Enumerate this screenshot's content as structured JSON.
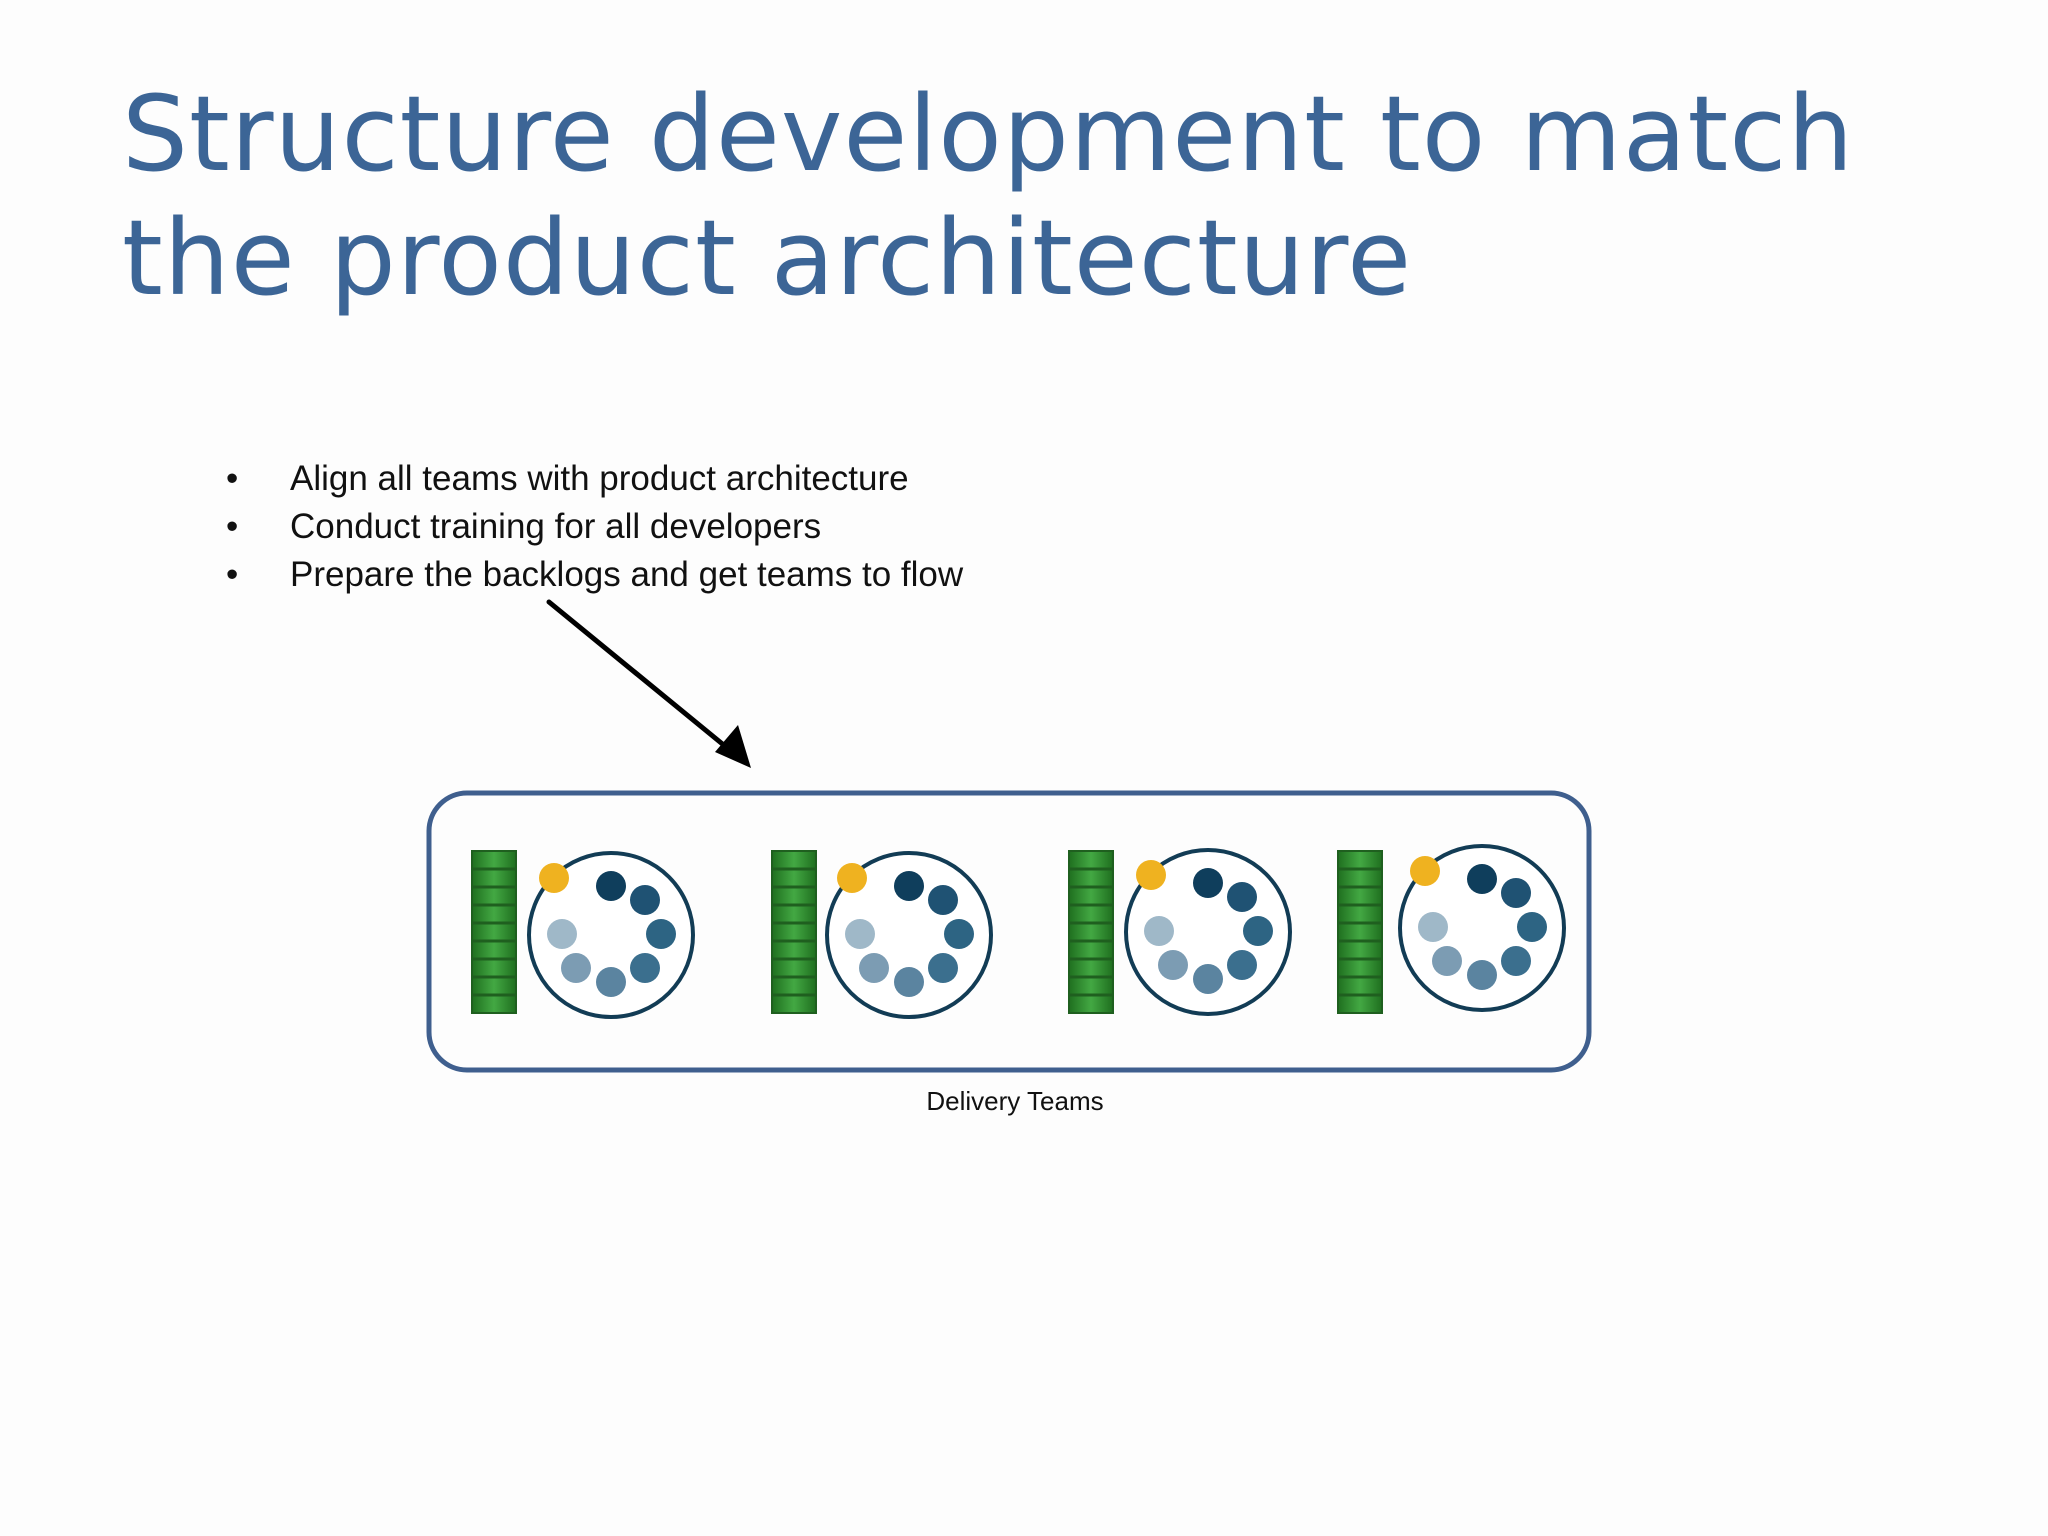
{
  "slide": {
    "title_lines": [
      "Structure development to match",
      "the product architecture"
    ],
    "bullets": [
      "Align all teams with product architecture",
      "Conduct training for all developers",
      "Prepare the backlogs and get teams to flow"
    ],
    "bullet_glyph": "•",
    "caption": "Delivery Teams"
  },
  "diagram": {
    "team_count": 4,
    "backlog_icon": "backlog-stack-icon",
    "team_icon": "team-circle-icon",
    "colors": {
      "title": "#3c6596",
      "container_border": "#3f5f8e",
      "backlog_green": "#2e8b2e",
      "backlog_dark": "#1f5f1f",
      "team_circle_border": "#123c55",
      "product_owner": "#efb220",
      "member_shades": [
        "#0f3e5c",
        "#1f5273",
        "#2d6483",
        "#3b6f8e",
        "#5b84a0",
        "#7c9cb3",
        "#9fb8c8"
      ]
    }
  }
}
